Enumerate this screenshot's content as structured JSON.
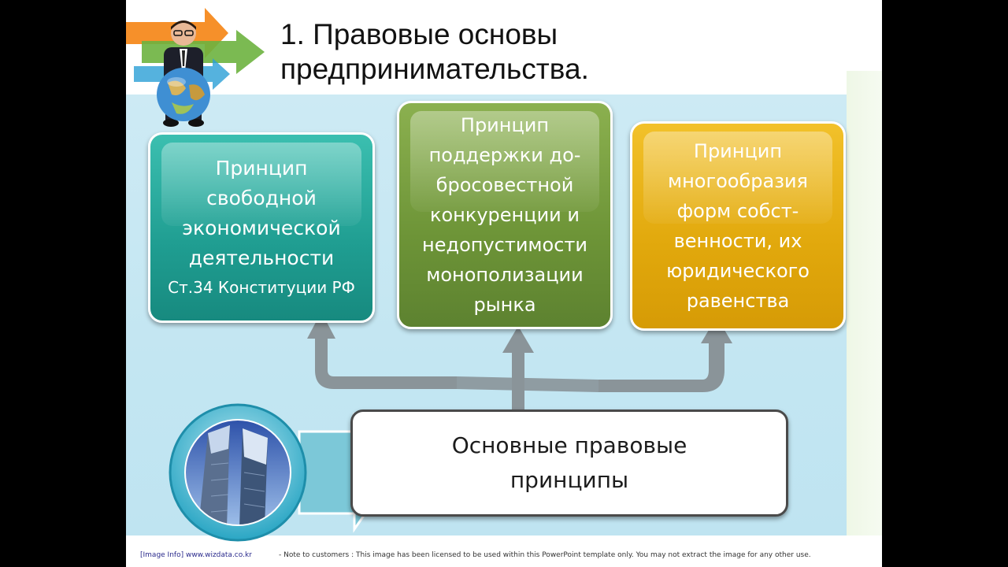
{
  "slide": {
    "title": "1. Правовые основы предпринимательства."
  },
  "principles": [
    {
      "lines": [
        "Принцип",
        "свободной",
        "экономической",
        "деятельности"
      ],
      "sub": "Ст.34 Конституции РФ",
      "color": "#1f9d91"
    },
    {
      "lines": [
        "Принцип",
        "поддержки до-",
        "бросовестной",
        "конкуренции и",
        "недопустимости",
        "монополизации",
        "рынка"
      ],
      "color": "#6d9437"
    },
    {
      "lines": [
        "Принцип",
        "многообразия",
        "форм собст-",
        "венности, их",
        "юридического",
        "равенства"
      ],
      "color": "#e1a80c"
    }
  ],
  "base": {
    "lines": [
      "Основные правовые",
      "принципы"
    ]
  },
  "footer": {
    "image_info": "[Image Info]  www.wizdata.co.kr",
    "note": "- Note to customers : This image has been licensed to be used within this PowerPoint template only.  You may not extract the image for any other use."
  },
  "icons": {
    "presenter": "businessman-with-globe-icon",
    "buildings": "skyscrapers-circle-icon",
    "arrows": "colored-arrows-icon"
  }
}
